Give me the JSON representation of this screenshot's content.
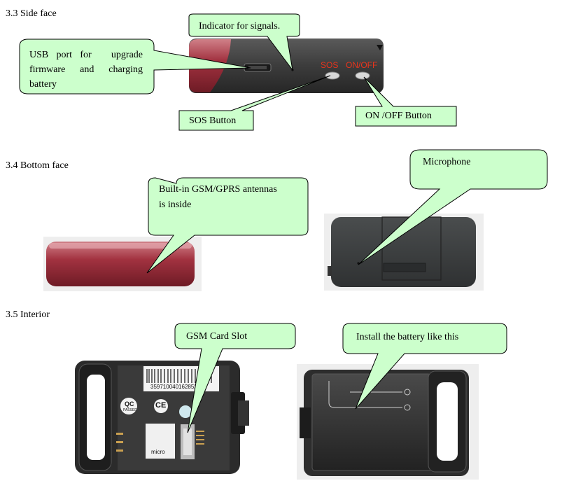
{
  "sections": {
    "side_face": "3.3 Side face",
    "bottom_face": "3.4 Bottom face",
    "interior": "3.5 Interior"
  },
  "callouts": {
    "indicator": "Indicator for signals.",
    "usb_line1": "USB  port  for     upgrade",
    "usb_line2": "firmware    and    charging",
    "usb_line3": "battery",
    "sos_button": "SOS Button",
    "onoff_button": "ON /OFF Button",
    "antenna_line1": "Built-in GSM/GPRS antennas",
    "antenna_line2": "is inside",
    "microphone": "Microphone",
    "gsm_slot": "GSM Card Slot",
    "battery": "Install the battery like this"
  },
  "device_labels": {
    "sos": "SOS",
    "onoff": "ON/OFF",
    "imei": "359710040162852",
    "qc": "QC",
    "qc_sub": "PASSED",
    "ce": "CE",
    "micro": "micro"
  },
  "colors": {
    "callout_fill": "#ccffcc",
    "device_dark": "#3a3a3a",
    "device_red": "#9a2a36",
    "label_red": "#e8341c"
  }
}
